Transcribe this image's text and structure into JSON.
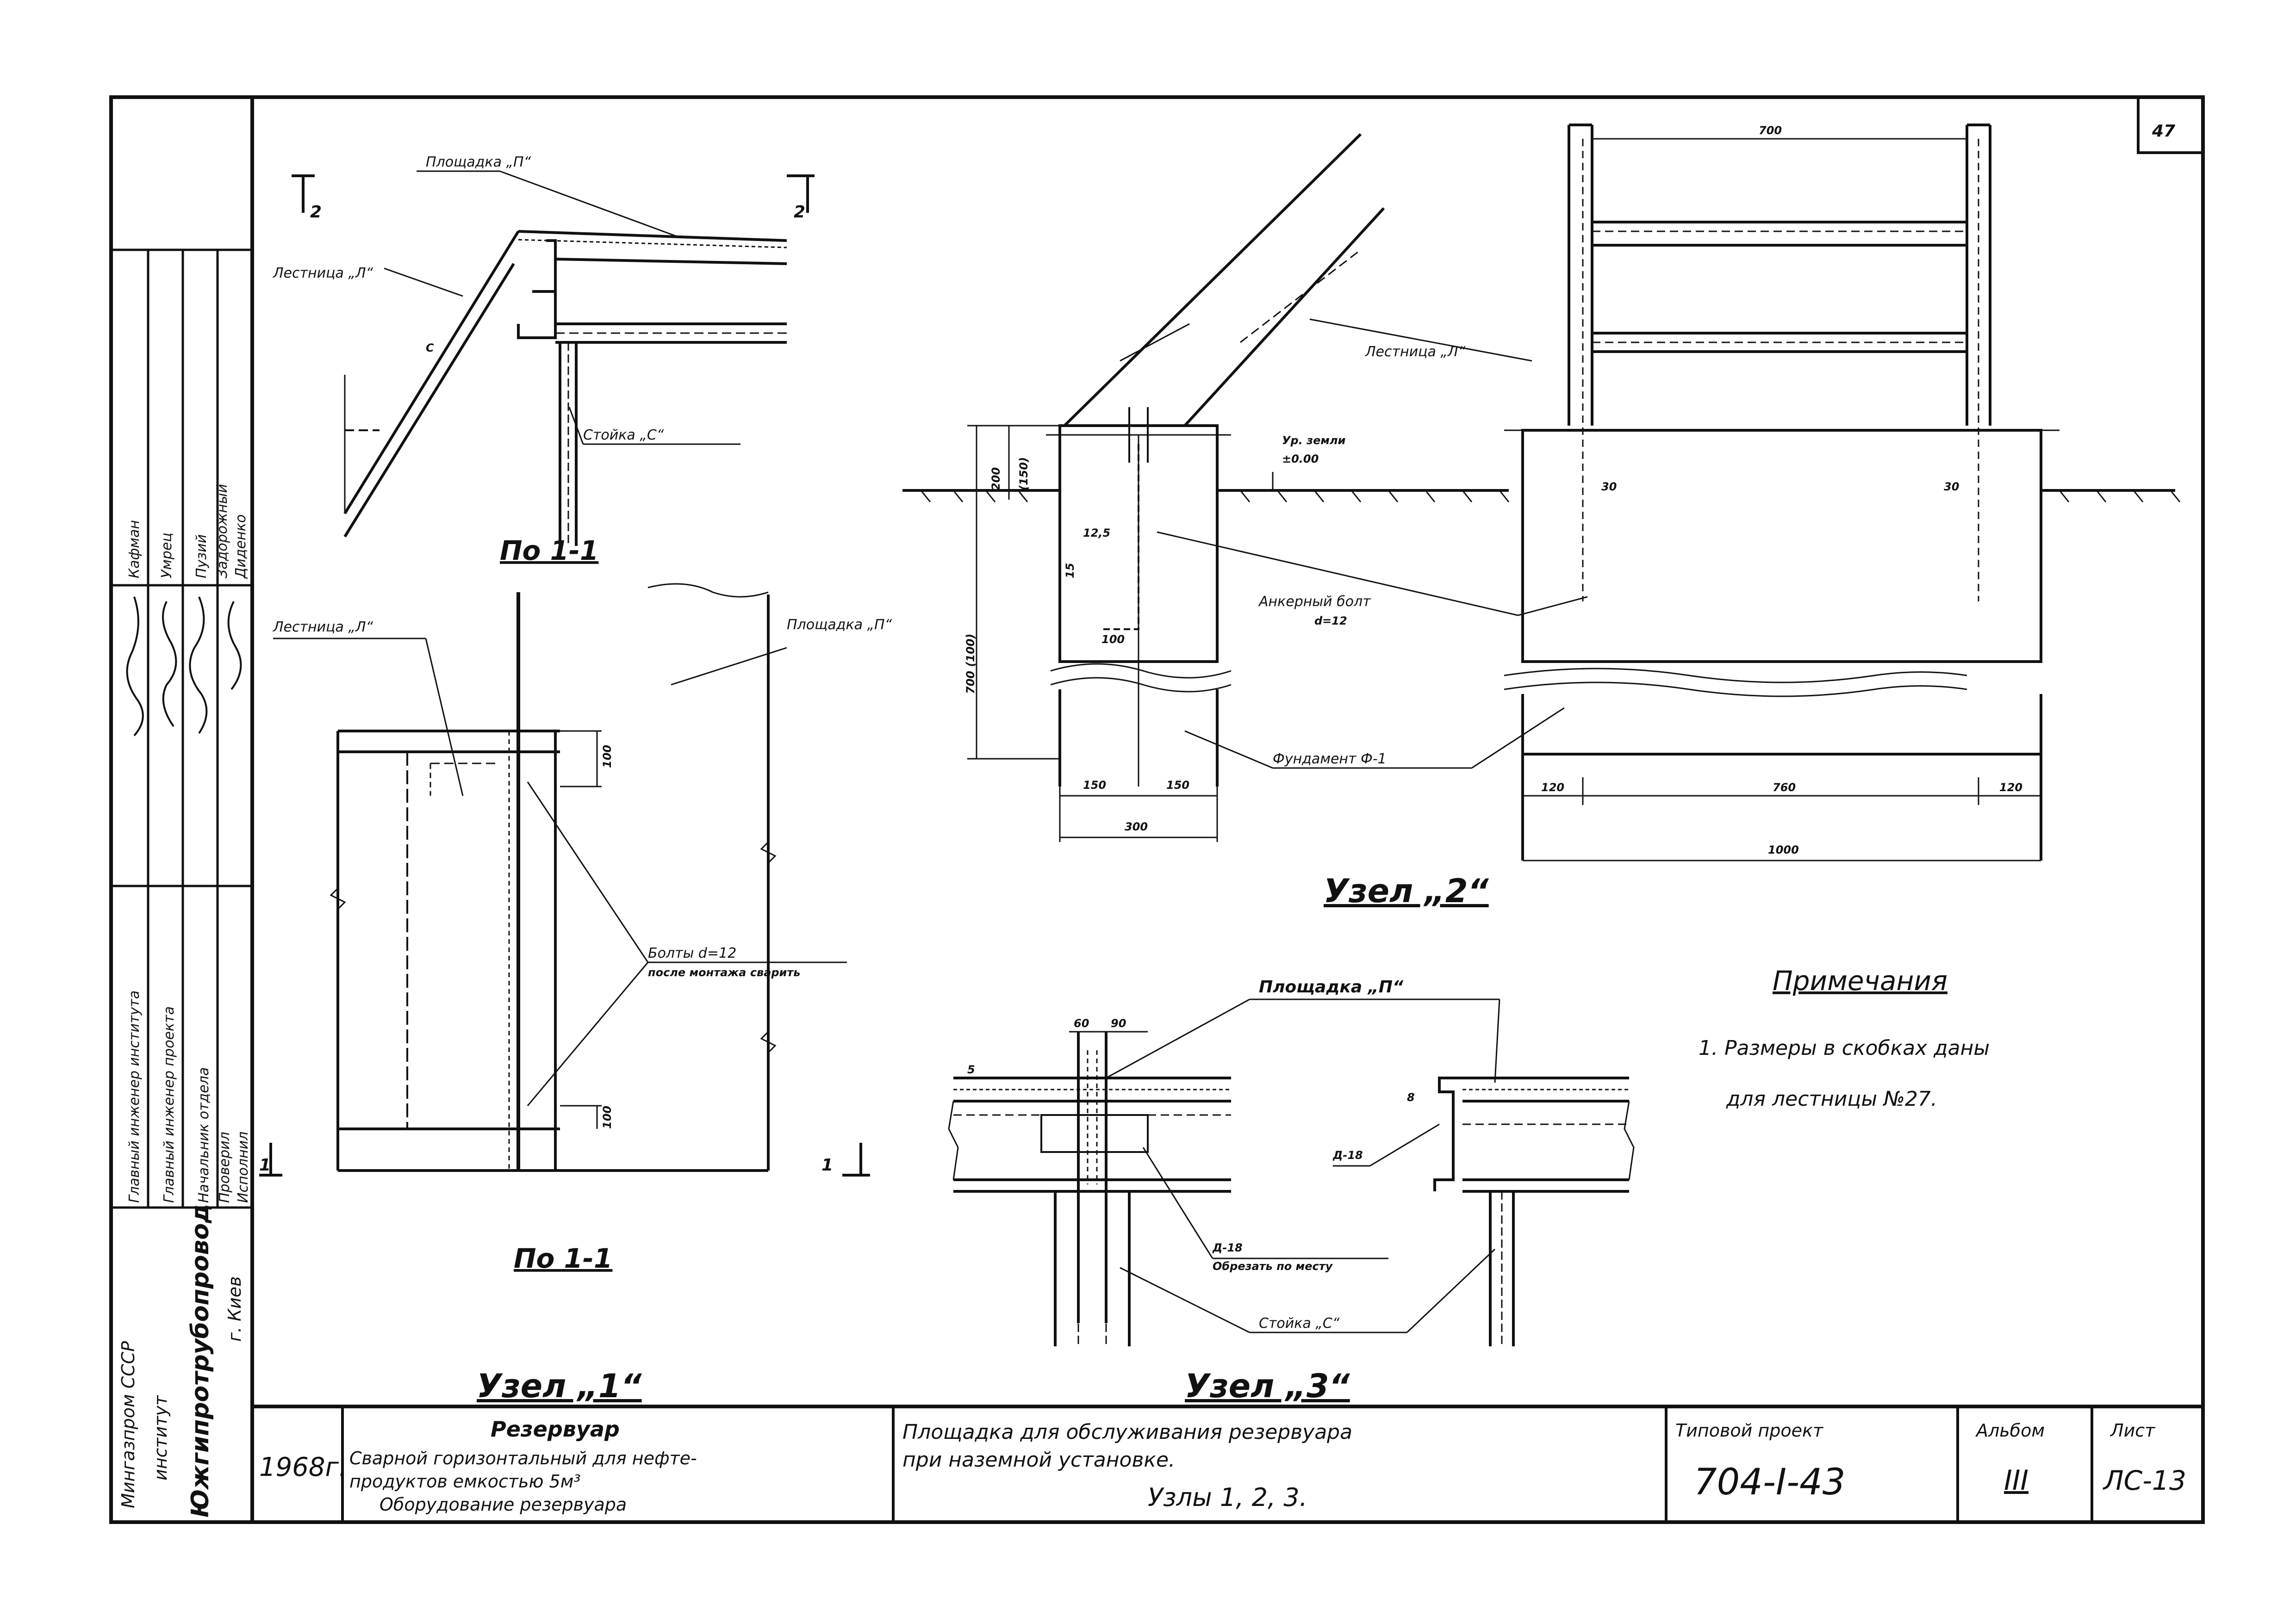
{
  "sheet_number": "47",
  "section_marks": {
    "left": "2",
    "right": "2",
    "bottom_left": "1",
    "bottom_right": "1"
  },
  "node1": {
    "title": "Узел „1“",
    "view_top_title": "По 1-1",
    "view_bottom_title": "По 1-1",
    "labels": {
      "platform": "Площадка „П“",
      "ladder_top": "Лестница „Л“",
      "post": "Стойка „С“",
      "ladder": "Лестница „Л“",
      "platform_right": "Площадка „П“",
      "bolts": "Болты d=12",
      "bolts_note": "после монтажа сварить"
    },
    "dims": {
      "top": "100",
      "bottom": "100"
    },
    "small_marks": {
      "c1": "С"
    }
  },
  "node2": {
    "title": "Узел „2“",
    "labels": {
      "ladder": "Лестница „Л“",
      "ground": "Ур. земли",
      "ground_level": "±0.00",
      "anchor": "Анкерный болт",
      "anchor_d": "d=12",
      "foundation": "Фундамент Ф-1"
    },
    "dims": {
      "d700": "700",
      "d200": "200",
      "d200b": "(150)",
      "d700b": "700 (100)",
      "d12_5": "12,5",
      "d100": "100",
      "d150a": "150",
      "d150b": "150",
      "d300": "300",
      "d30a": "30",
      "d30b": "30",
      "d120a": "120",
      "d760": "760",
      "d120b": "120",
      "d1000": "1000",
      "d15": "15"
    }
  },
  "node3": {
    "title": "Узел „3“",
    "labels": {
      "platform": "Площадка „П“",
      "d18a": "Д-18",
      "d18b": "Д-18",
      "cut": "Обрезать по месту",
      "post": "Стойка „С“"
    },
    "dims": {
      "d60": "60",
      "d90": "90",
      "d5": "5",
      "d8": "8"
    }
  },
  "notes": {
    "title": "Примечания",
    "lines": [
      "1. Размеры в скобках даны",
      "для лестницы №27."
    ]
  },
  "sidebar": {
    "org_lines": [
      "Мингазпром СССР",
      "институт"
    ],
    "org_name": "Южгипротрубопровод",
    "city": "г. Киев",
    "roles": [
      "Главный инженер института",
      "Главный инженер проекта",
      "Начальник отдела",
      "Проверил",
      "Исполнил"
    ],
    "names": [
      "Кафман",
      "Умрец",
      "Пузий",
      "Задорожный",
      "Диденко"
    ]
  },
  "title_block": {
    "year": "1968г.",
    "object_title": "Резервуар",
    "object_desc_1": "Сварной горизонтальный для нефте-",
    "object_desc_2": "продуктов емкостью 5м³",
    "object_desc_3": "Оборудование резервуара",
    "sheet_title_1": "Площадка для обслуживания резервуара",
    "sheet_title_2": "при наземной установке.",
    "sheet_title_3": "Узлы 1, 2, 3.",
    "project_label": "Типовой проект",
    "project_number": "704-I-43",
    "album_label": "Альбом",
    "album_number": "III",
    "sheet_label": "Лист",
    "sheet_code": "ЛС-13"
  }
}
